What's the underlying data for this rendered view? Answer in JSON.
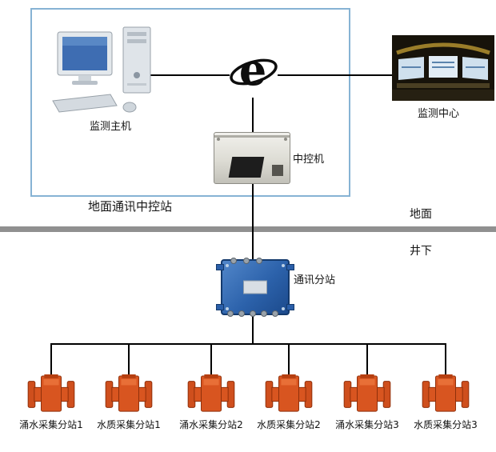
{
  "diagram": {
    "ground_box_label": "地面通讯中控站",
    "nodes": {
      "host": {
        "label": "监测主机"
      },
      "internet": {
        "icon": "ie-e-logo"
      },
      "center": {
        "label": "监测中心"
      },
      "server": {
        "label": "中控机"
      },
      "substation": {
        "label": "通讯分站"
      }
    },
    "zones": {
      "surface": "地面",
      "underground": "井下"
    },
    "devices": [
      {
        "label": "涌水采集分站1"
      },
      {
        "label": "水质采集分站1"
      },
      {
        "label": "涌水采集分站2"
      },
      {
        "label": "水质采集分站2"
      },
      {
        "label": "涌水采集分站3"
      },
      {
        "label": "水质采集分站3"
      }
    ],
    "icons": {
      "host": "desktop-computer-icon",
      "internet": "internet-e-icon",
      "center": "control-room-monitors-icon",
      "server": "rack-server-icon",
      "substation": "junction-box-icon",
      "device": "flowmeter-icon"
    },
    "colors": {
      "ground_box_border": "#86b3d4",
      "divider_gray": "#909090",
      "connector_line": "#000000",
      "substation_blue": "#2c62ab",
      "device_orange": "#d85520"
    }
  }
}
